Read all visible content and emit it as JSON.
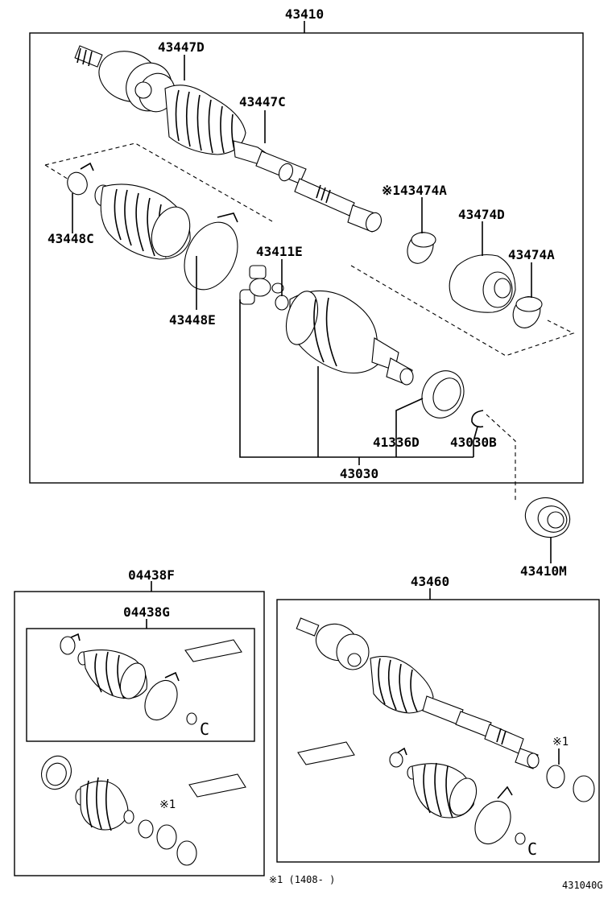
{
  "labels": {
    "assy_main": "43410",
    "outer_joint_assy": "43447D",
    "outer_joint_shaft": "43447C",
    "outer_boot_clamp": "43448C",
    "outer_boot_band": "43448E",
    "tripod_joint": "43411E",
    "dust_cover_a_left": "※143474A",
    "dust_deflector": "43474D",
    "dust_cover_a_right": "43474A",
    "dust_seal": "41336D",
    "snap_ring": "43030B",
    "inner_joint_assy": "43030",
    "bearing": "43410M",
    "boot_kit_outer": "04438F",
    "boot_kit_inner": "04438G",
    "assy_lh": "43460",
    "kit_mark": "※1",
    "rh_mark": "※1"
  },
  "footnote": "※1 (1408-      )",
  "figure_code": "431040G"
}
